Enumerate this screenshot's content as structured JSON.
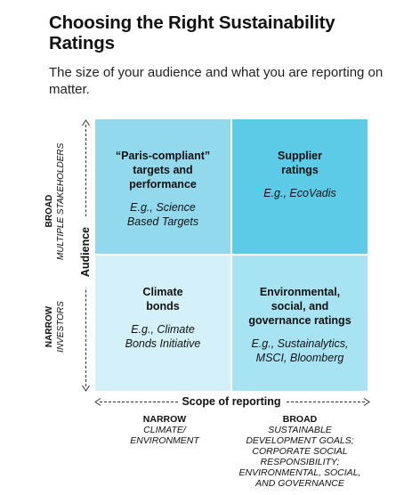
{
  "title": "Choosing the Right Sustainability Ratings",
  "subtitle": "The size of your audience and what you are reporting on matter.",
  "colors": {
    "top_left": "#92d9ed",
    "top_right": "#5ccbe8",
    "bottom_left": "#d4f1f9",
    "bottom_right": "#a8e3f3"
  },
  "quadrants": {
    "top_left": {
      "heading": "“Paris-compliant”\ntargets and\nperformance",
      "example": "E.g., Science\nBased Targets"
    },
    "top_right": {
      "heading": "Supplier\nratings",
      "example": "E.g., EcoVadis"
    },
    "bottom_left": {
      "heading": "Climate\nbonds",
      "example": "E.g., Climate\nBonds Initiative"
    },
    "bottom_right": {
      "heading": "Environmental,\nsocial, and\ngovernance ratings",
      "example": "E.g., Sustainalytics,\nMSCI, Bloomberg"
    }
  },
  "y_axis": {
    "label": "Audience",
    "broad": {
      "title": "BROAD",
      "sub": "MULTIPLE STAKEHOLDERS"
    },
    "narrow": {
      "title": "NARROW",
      "sub": "INVESTORS"
    }
  },
  "x_axis": {
    "label": "Scope of reporting",
    "narrow": {
      "title": "NARROW",
      "sub": "CLIMATE/\nENVIRONMENT"
    },
    "broad": {
      "title": "BROAD",
      "sub": "SUSTAINABLE\nDEVELOPMENT GOALS;\nCORPORATE SOCIAL\nRESPONSIBILITY;\nENVIRONMENTAL, SOCIAL,\nAND GOVERNANCE"
    }
  }
}
